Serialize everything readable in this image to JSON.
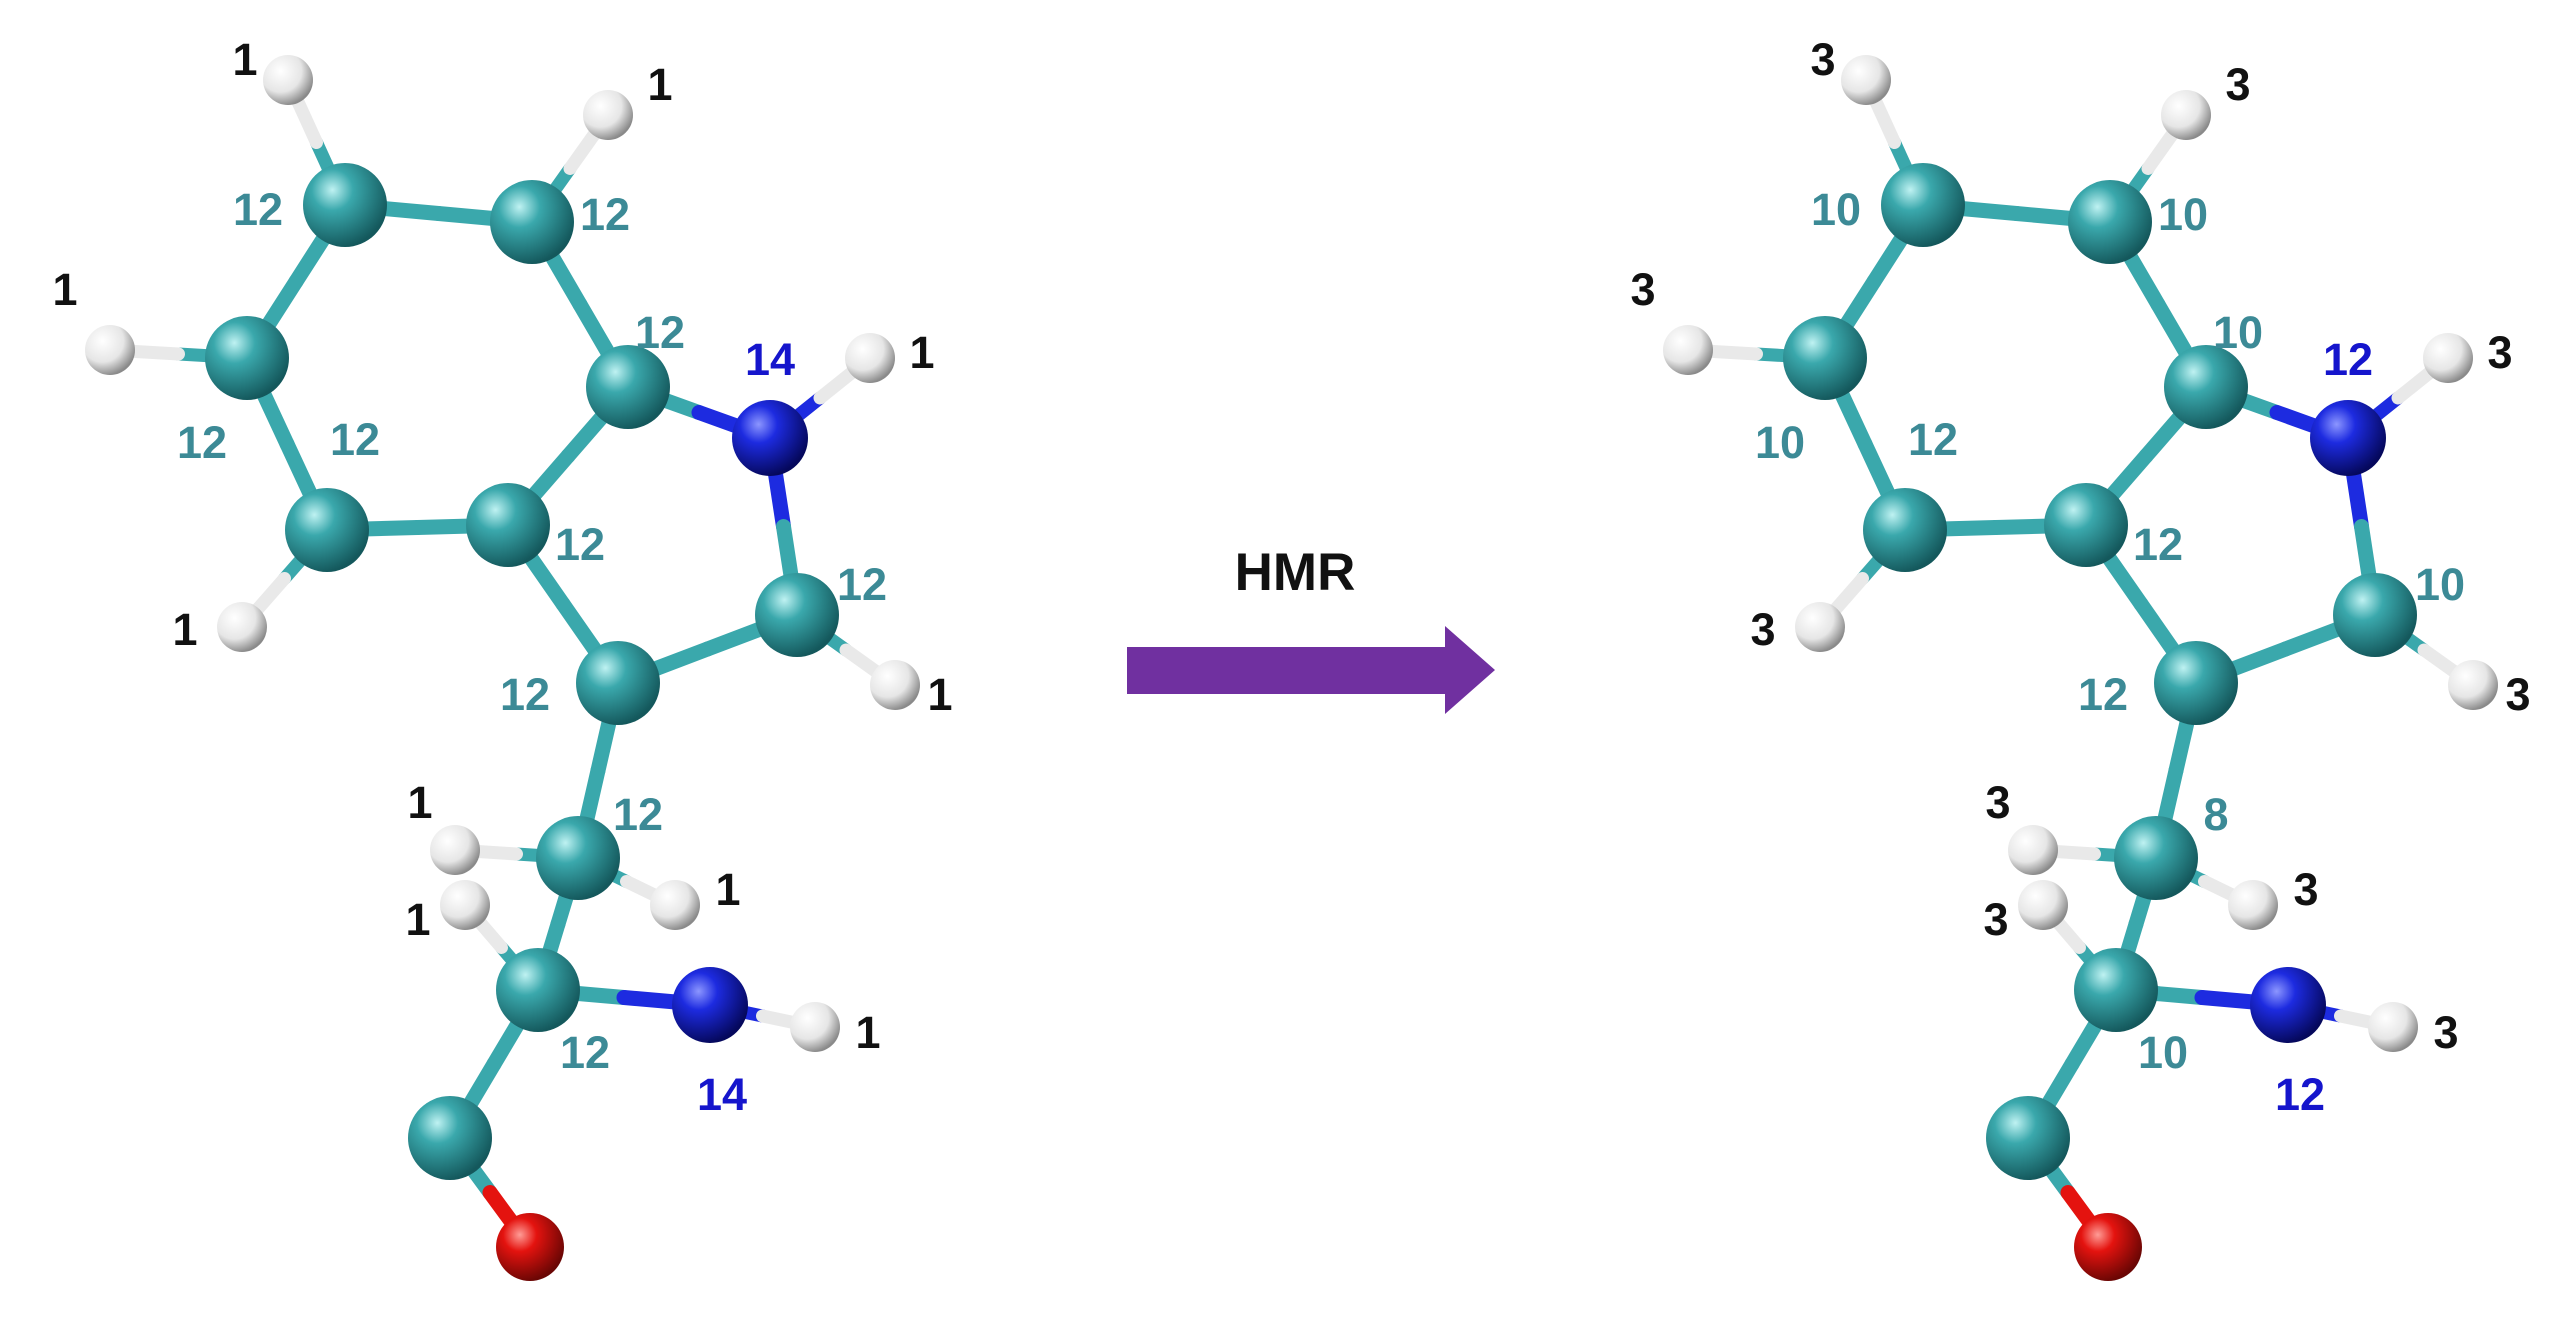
{
  "colors": {
    "carbon": "#3aa8ac",
    "hydrogen": "#e9e9e9",
    "nitrogen": "#1d2be0",
    "oxygen": "#e4130f",
    "label_carbon": "#3c8a96",
    "label_nitrogen": "#1515cc",
    "label_hydrogen": "#111111",
    "arrow": "#7030a0"
  },
  "arrow_label": "HMR",
  "molecules": [
    {
      "name": "before",
      "labels": {
        "h1": "1",
        "h2": "1",
        "h3": "1",
        "h4": "1",
        "h5": "1",
        "h6": "1",
        "h7": "1",
        "h8": "1",
        "h9": "1",
        "h10": "1",
        "h11": "1",
        "c1": "12",
        "c2": "12",
        "c3": "12",
        "c4": "12",
        "c5": "12",
        "c6": "12",
        "c7": "12",
        "c8": "12",
        "c9": "12",
        "c10": "12",
        "n1": "14",
        "n2": "14"
      }
    },
    {
      "name": "after",
      "labels": {
        "h1": "3",
        "h2": "3",
        "h3": "3",
        "h4": "3",
        "h5": "3",
        "h6": "3",
        "h7": "3",
        "h8": "3",
        "h9": "3",
        "h10": "3",
        "h11": "3",
        "c1": "10",
        "c2": "10",
        "c3": "10",
        "c4": "10",
        "c5": "12",
        "c6": "12",
        "c7": "10",
        "c8": "12",
        "c9": "8",
        "c10": "10",
        "n1": "12",
        "n2": "12"
      }
    }
  ]
}
